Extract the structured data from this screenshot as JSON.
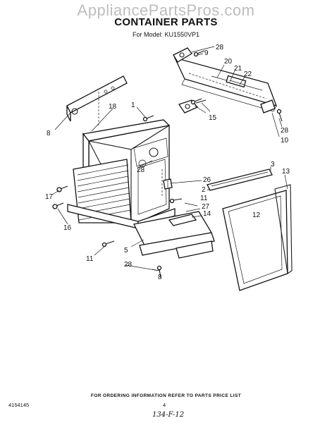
{
  "watermark": "AppliancePartsPros.com",
  "title": "CONTAINER PARTS",
  "model_line": "For Model: KU1550VP1",
  "callouts": {
    "c1": "1",
    "c2": "2",
    "c3": "3",
    "c5": "5",
    "c8": "8",
    "c8b": "8",
    "c9": "9",
    "c10": "10",
    "c11a": "11",
    "c11b": "11",
    "c12": "12",
    "c13": "13",
    "c14": "14",
    "c15": "15",
    "c16": "16",
    "c17": "17",
    "c18": "18",
    "c20": "20",
    "c21": "21",
    "c22": "22",
    "c26": "26",
    "c27": "27",
    "c28a": "28",
    "c28b": "28",
    "c28c": "28",
    "c28d": "28"
  },
  "footer": {
    "note": "FOR ORDERING INFORMATION REFER TO PARTS PRICE LIST",
    "doc_number": "4154145",
    "page_number": "4",
    "handwritten": "134-F-12"
  }
}
